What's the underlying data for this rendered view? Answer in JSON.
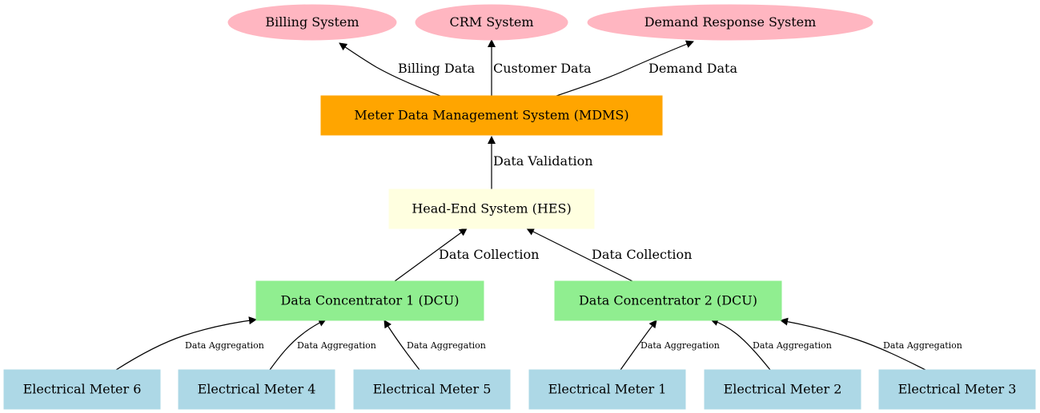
{
  "nodes": [
    {
      "id": "billing",
      "label": "Billing System",
      "shape": "ellipse",
      "color": "#FFB6C1"
    },
    {
      "id": "crm",
      "label": "CRM System",
      "shape": "ellipse",
      "color": "#FFB6C1"
    },
    {
      "id": "dr",
      "label": "Demand Response System",
      "shape": "ellipse",
      "color": "#FFB6C1"
    },
    {
      "id": "mdms",
      "label": "Meter Data Management System (MDMS)",
      "shape": "box",
      "color": "#FFA500"
    },
    {
      "id": "hes",
      "label": "Head-End System (HES)",
      "shape": "box",
      "color": "#FFFFE0"
    },
    {
      "id": "dcu1",
      "label": "Data Concentrator 1 (DCU)",
      "shape": "box",
      "color": "#90EE90"
    },
    {
      "id": "dcu2",
      "label": "Data Concentrator 2 (DCU)",
      "shape": "box",
      "color": "#90EE90"
    },
    {
      "id": "m6",
      "label": "Electrical Meter 6",
      "shape": "box",
      "color": "#ADD8E6"
    },
    {
      "id": "m4",
      "label": "Electrical Meter 4",
      "shape": "box",
      "color": "#ADD8E6"
    },
    {
      "id": "m5",
      "label": "Electrical Meter 5",
      "shape": "box",
      "color": "#ADD8E6"
    },
    {
      "id": "m1",
      "label": "Electrical Meter 1",
      "shape": "box",
      "color": "#ADD8E6"
    },
    {
      "id": "m2",
      "label": "Electrical Meter 2",
      "shape": "box",
      "color": "#ADD8E6"
    },
    {
      "id": "m3",
      "label": "Electrical Meter 3",
      "shape": "box",
      "color": "#ADD8E6"
    }
  ],
  "edges": [
    {
      "from": "mdms",
      "to": "billing",
      "label": "Billing Data"
    },
    {
      "from": "mdms",
      "to": "crm",
      "label": "Customer Data"
    },
    {
      "from": "mdms",
      "to": "dr",
      "label": "Demand Data"
    },
    {
      "from": "hes",
      "to": "mdms",
      "label": "Data Validation"
    },
    {
      "from": "dcu1",
      "to": "hes",
      "label": "Data Collection"
    },
    {
      "from": "dcu2",
      "to": "hes",
      "label": "Data Collection"
    },
    {
      "from": "m6",
      "to": "dcu1",
      "label": "Data Aggregation"
    },
    {
      "from": "m4",
      "to": "dcu1",
      "label": "Data Aggregation"
    },
    {
      "from": "m5",
      "to": "dcu1",
      "label": "Data Aggregation"
    },
    {
      "from": "m1",
      "to": "dcu2",
      "label": "Data Aggregation"
    },
    {
      "from": "m2",
      "to": "dcu2",
      "label": "Data Aggregation"
    },
    {
      "from": "m3",
      "to": "dcu2",
      "label": "Data Aggregation"
    }
  ]
}
